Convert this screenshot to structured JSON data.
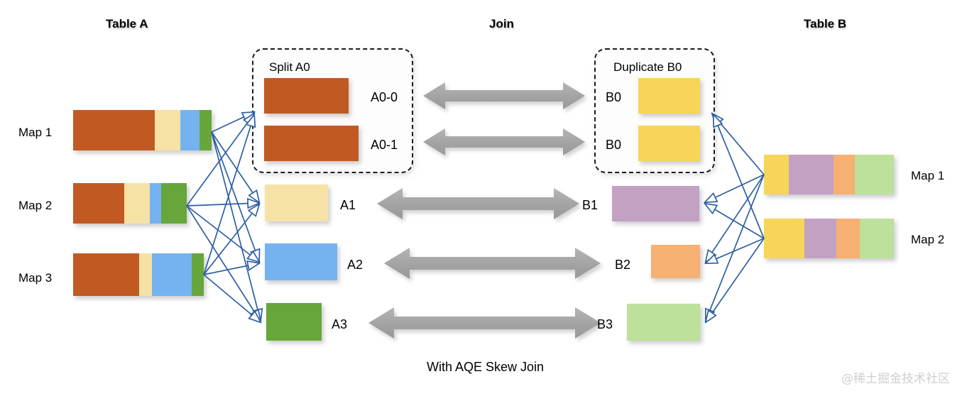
{
  "diagram": {
    "caption": "With AQE Skew Join",
    "watermark": "@稀土掘金技术社区",
    "headers": {
      "table_a": "Table A",
      "join": "Join",
      "table_b": "Table B"
    },
    "colors": {
      "a_brown": "#c05a22",
      "a_cream": "#f7e2a5",
      "a_blue": "#74b3f0",
      "a_green": "#66a63a",
      "b_yellow": "#f6d558",
      "b_purple": "#c2a1c2",
      "b_orange": "#f5b072",
      "b_green": "#bde09b",
      "arrow_gray": "#a6a6a6",
      "link_blue": "#2e5fa3",
      "dash_border": "#1c1c1c",
      "text": "#000000",
      "watermark": "#cfcfcf"
    },
    "table_a": {
      "maps": [
        {
          "label": "Map 1",
          "segments": [
            {
              "key": "A0",
              "color": "#c05a22",
              "width": 115
            },
            {
              "key": "A1",
              "color": "#f7e2a5",
              "width": 36
            },
            {
              "key": "A2",
              "color": "#74b3f0",
              "width": 27
            },
            {
              "key": "A3",
              "color": "#66a63a",
              "width": 17
            }
          ]
        },
        {
          "label": "Map 2",
          "segments": [
            {
              "key": "A0",
              "color": "#c05a22",
              "width": 72
            },
            {
              "key": "A1",
              "color": "#f7e2a5",
              "width": 36
            },
            {
              "key": "A2",
              "color": "#74b3f0",
              "width": 16
            },
            {
              "key": "A3",
              "color": "#66a63a",
              "width": 36
            }
          ]
        },
        {
          "label": "Map 3",
          "segments": [
            {
              "key": "A0",
              "color": "#c05a22",
              "width": 93
            },
            {
              "key": "A1",
              "color": "#f7e2a5",
              "width": 18
            },
            {
              "key": "A2",
              "color": "#74b3f0",
              "width": 56
            },
            {
              "key": "A3",
              "color": "#66a63a",
              "width": 17
            }
          ]
        }
      ]
    },
    "table_b": {
      "maps": [
        {
          "label": "Map 1",
          "segments": [
            {
              "key": "B0",
              "color": "#f6d558",
              "width": 35
            },
            {
              "key": "B1",
              "color": "#c2a1c2",
              "width": 63
            },
            {
              "key": "B2",
              "color": "#f5b072",
              "width": 30
            },
            {
              "key": "B3",
              "color": "#bde09b",
              "width": 55
            }
          ]
        },
        {
          "label": "Map 2",
          "segments": [
            {
              "key": "B0",
              "color": "#f6d558",
              "width": 57
            },
            {
              "key": "B1",
              "color": "#c2a1c2",
              "width": 45
            },
            {
              "key": "B2",
              "color": "#f5b072",
              "width": 33
            },
            {
              "key": "B3",
              "color": "#bde09b",
              "width": 48
            }
          ]
        }
      ]
    },
    "split_box": {
      "title": "Split A0",
      "parts": [
        {
          "label": "A0-0",
          "color": "#c05a22"
        },
        {
          "label": "A0-1",
          "color": "#c05a22"
        }
      ]
    },
    "duplicate_box": {
      "title": "Duplicate B0",
      "parts": [
        {
          "label": "B0",
          "color": "#f6d558"
        },
        {
          "label": "B0",
          "color": "#f6d558"
        }
      ]
    },
    "a_partitions": [
      {
        "label": "A1",
        "color": "#f7e2a5"
      },
      {
        "label": "A2",
        "color": "#74b3f0"
      },
      {
        "label": "A3",
        "color": "#66a63a"
      }
    ],
    "b_partitions": [
      {
        "label": "B1",
        "color": "#c2a1c2"
      },
      {
        "label": "B2",
        "color": "#f5b072"
      },
      {
        "label": "B3",
        "color": "#bde09b"
      }
    ],
    "join_arrows": [
      {
        "pair": "A0-0 <-> B0"
      },
      {
        "pair": "A0-1 <-> B0"
      },
      {
        "pair": "A1 <-> B1"
      },
      {
        "pair": "A2 <-> B2"
      },
      {
        "pair": "A3 <-> B3"
      }
    ]
  }
}
